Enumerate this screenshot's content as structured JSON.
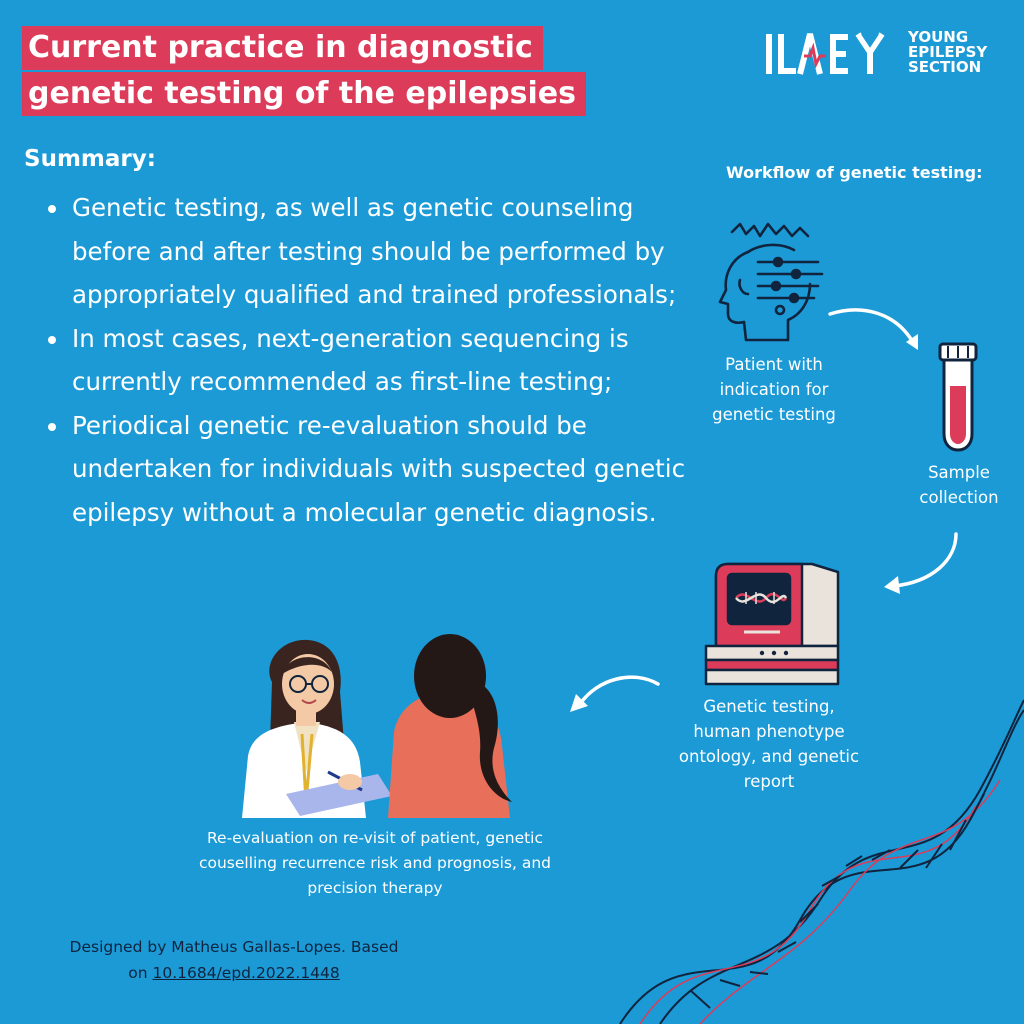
{
  "title": {
    "line1": "Current practice in diagnostic",
    "line2": "genetic testing of the epilepsies"
  },
  "logo": {
    "mark": "ILAE",
    "line1": "YOUNG",
    "line2": "EPILEPSY",
    "line3": "SECTION"
  },
  "summary": {
    "heading": "Summary:",
    "items": [
      "Genetic testing, as well as genetic counseling before and after testing should be performed by appropriately qualified and trained professionals;",
      "In most cases, next-generation sequencing is currently recommended as first-line testing;",
      "Periodical genetic re-evaluation should be undertaken for individuals with suspected genetic epilepsy without a molecular genetic diagnosis."
    ]
  },
  "workflow": {
    "heading": "Workflow of genetic testing:",
    "patient": "Patient with indication for genetic testing",
    "sample": "Sample collection",
    "testing": "Genetic testing, human phenotype ontology, and genetic report",
    "reevaluation": "Re-evaluation on re-visit of patient, genetic couselling recurrence risk and prognosis, and precision therapy"
  },
  "credit": {
    "text": "Designed by Matheus Gallas-Lopes. Based",
    "on": "on",
    "doi": "10.1684/epd.2022.1448"
  },
  "icons": {
    "brain": "head-brain-icon",
    "tube": "test-tube-icon",
    "sequencer": "dna-sequencer-icon",
    "consult": "doctor-patient-illustration",
    "dna": "dna-helix-decoration"
  },
  "colors": {
    "background": "#1b9ad6",
    "accent": "#dc3c5a",
    "dark": "#10243e"
  }
}
